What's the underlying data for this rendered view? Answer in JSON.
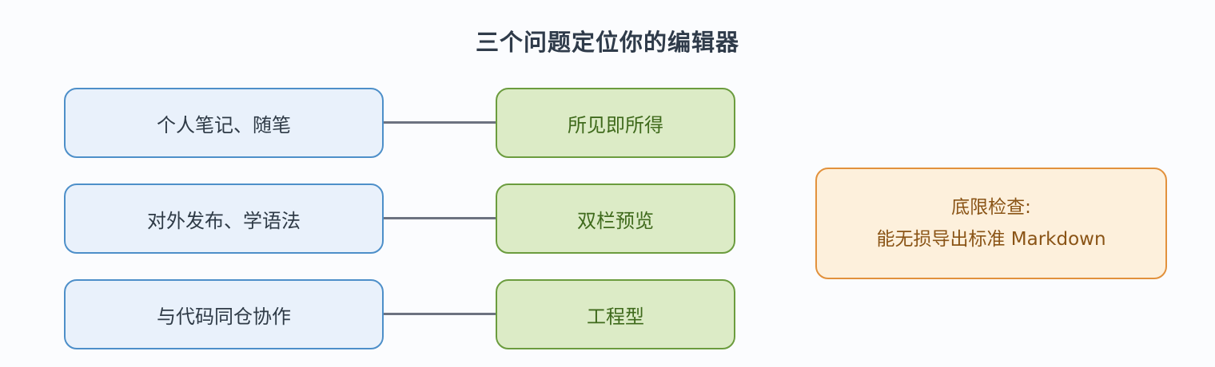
{
  "title": "三个问题定位你的编辑器",
  "rows": [
    {
      "need": "个人笔记、随笔",
      "editor": "所见即所得"
    },
    {
      "need": "对外发布、学语法",
      "editor": "双栏预览"
    },
    {
      "need": "与代码同仓协作",
      "editor": "工程型"
    }
  ],
  "check": {
    "line1": "底限检查:",
    "line2": "能无损导出标准 Markdown"
  },
  "colors": {
    "need_fill": "#e9f1fb",
    "need_border": "#4d8fc9",
    "editor_fill": "#dcebc6",
    "editor_border": "#6b9c3e",
    "check_fill": "#fdf0dc",
    "check_border": "#e2913c",
    "connector": "#6c7280"
  }
}
